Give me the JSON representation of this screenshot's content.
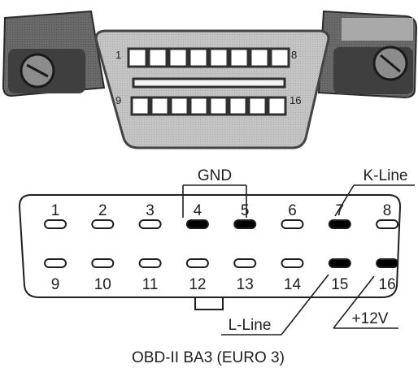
{
  "diagram": {
    "caption": "OBD-II BA3 (EURO 3)",
    "photo": {
      "pin_number_first": "1",
      "pin_number_eighth": "8",
      "pin_number_ninth": "9",
      "pin_number_sixteenth": "16"
    },
    "labels": {
      "gnd": "GND",
      "k_line": "K-Line",
      "l_line": "L-Line",
      "power": "+12V"
    },
    "top_row": [
      "1",
      "2",
      "3",
      "4",
      "5",
      "6",
      "7",
      "8"
    ],
    "bottom_row": [
      "9",
      "10",
      "11",
      "12",
      "13",
      "14",
      "15",
      "16"
    ],
    "highlighted_pins": [
      "4",
      "5",
      "7",
      "15",
      "16"
    ],
    "colors": {
      "connector_body": "#c2c2c2",
      "ear_dark": "#636363",
      "pin_highlight": "#000000",
      "pin_normal": "#ffffff",
      "outline": "#1e1e1e"
    }
  }
}
